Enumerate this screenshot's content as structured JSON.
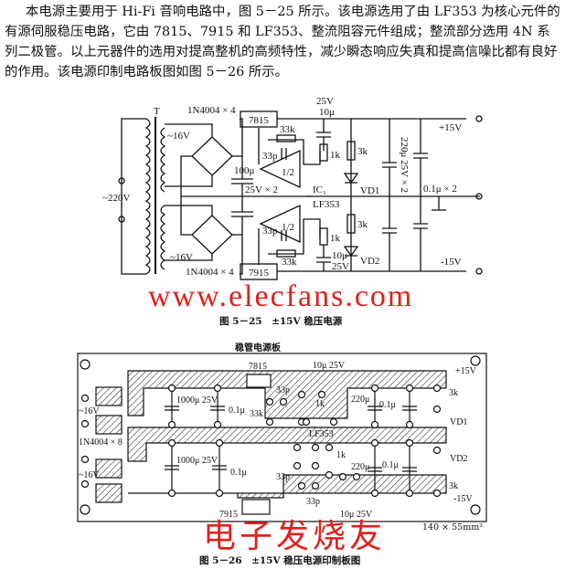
{
  "paragraph": "本电源主要用于 Hi-Fi 音响电路中，图 5－25 所示。该电源选用了由 LF353 为核心元件的有源伺服稳压电路，它由 7815、7915 和 LF353、整流阻容元件组成；整流部分选用 4N 系列二极管。以上元器件的选用对提高整机的高频特性，减少瞬态响应失真和提高信噪比都有良好的作用。该电源印制电路板图如图 5－26 所示。",
  "schematic": {
    "transformer": "T",
    "input": "~220V",
    "secondary_top": "~16V",
    "secondary_bottom": "~16V",
    "diodes_top": "1N4004 × 4",
    "diodes_bottom": "1N4004 × 4",
    "reg_pos": "7815",
    "reg_neg": "7915",
    "r_fb_top": "33k",
    "c_fb_top": "33p",
    "c_fb_bottom": "33p",
    "r_fb_bottom": "33k",
    "c_filter": "100μ",
    "c_filter_rating": "25V × 2",
    "ic_ref": "IC₁",
    "ic_part": "LF353",
    "opamp_top": "1/2",
    "opamp_bottom": "1/2",
    "c_top_v": "25V",
    "c_top_val": "10μ",
    "c_bot_val": "10μ",
    "c_bot_v": "25V",
    "r_top": "1k",
    "r_bottom": "1k",
    "r_led_top": "3k",
    "r_led_bottom": "3k",
    "led_top": "VD1",
    "led_bottom": "VD2",
    "c_out": "220μ 25V × 2",
    "c_bypass": "0.1μ × 2",
    "out_pos": "+15V",
    "out_neg": "-15V"
  },
  "fig1_caption": "图 5－25　±15V 稳压电源",
  "watermark_1": "www.elecfans.com",
  "pcb": {
    "title": "稳管电源板",
    "reg_pos": "7815",
    "reg_neg": "7915",
    "c_top": "10μ 25V",
    "c_bottom": "10μ 25V",
    "out_pos": "+15V",
    "out_neg": "-15V",
    "ac_top": "~16V",
    "ac_bottom": "~16V",
    "diodes": "1N4004 × 8",
    "c_big_top": "1000μ 25V",
    "c_big_bottom": "1000μ 25V",
    "c01_a": "0.1μ",
    "c01_b": "0.1μ",
    "c01_c": "0.1μ",
    "c01_d": "0.1μ",
    "c220_top": "220μ",
    "c220_bottom": "220μ",
    "r33k": "33k",
    "c33p_a": "33p",
    "c33p_b": "33p",
    "c33p_c": "33p",
    "r1k_a": "1k",
    "r1k_b": "1k",
    "r3k_a": "3k",
    "r3k_b": "3k",
    "vd1": "VD1",
    "vd2": "VD2",
    "ic": "LF353",
    "size": "140 × 55mm²"
  },
  "fig2_caption": "图 5－26　±15V 稳压电源印制板图",
  "watermark_2": "电子发烧友",
  "colors": {
    "watermark": "#e0201c",
    "ink": "#111111"
  }
}
